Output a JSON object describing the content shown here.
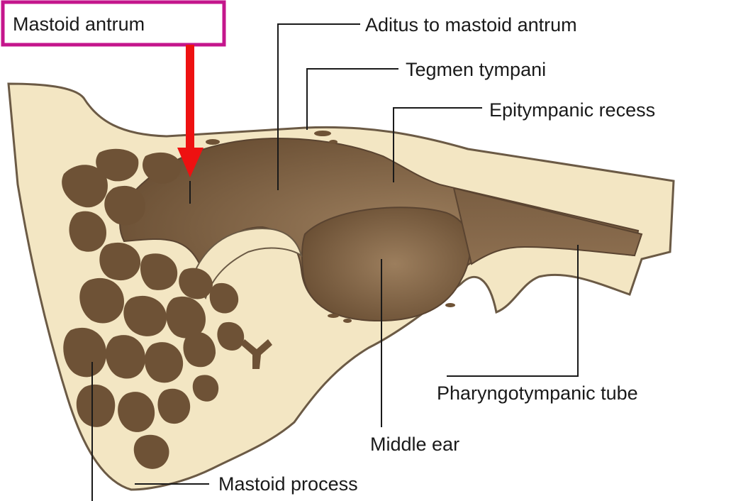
{
  "labels": {
    "mastoid_antrum": "Mastoid antrum",
    "aditus": "Aditus to mastoid antrum",
    "tegmen": "Tegmen tympani",
    "epitympanic": "Epitympanic recess",
    "pharyngotympanic": "Pharyngotympanic tube",
    "middle_ear": "Middle ear",
    "mastoid_process": "Mastoid process"
  },
  "colors": {
    "bone": "#f3e6c3",
    "bone_edge": "#6b5a45",
    "cavity": "#7d6246",
    "cavity_light": "#9b7d5c",
    "highlight_box": "#c4168c",
    "arrow": "#ee1111",
    "leader": "#1a1a1a"
  }
}
